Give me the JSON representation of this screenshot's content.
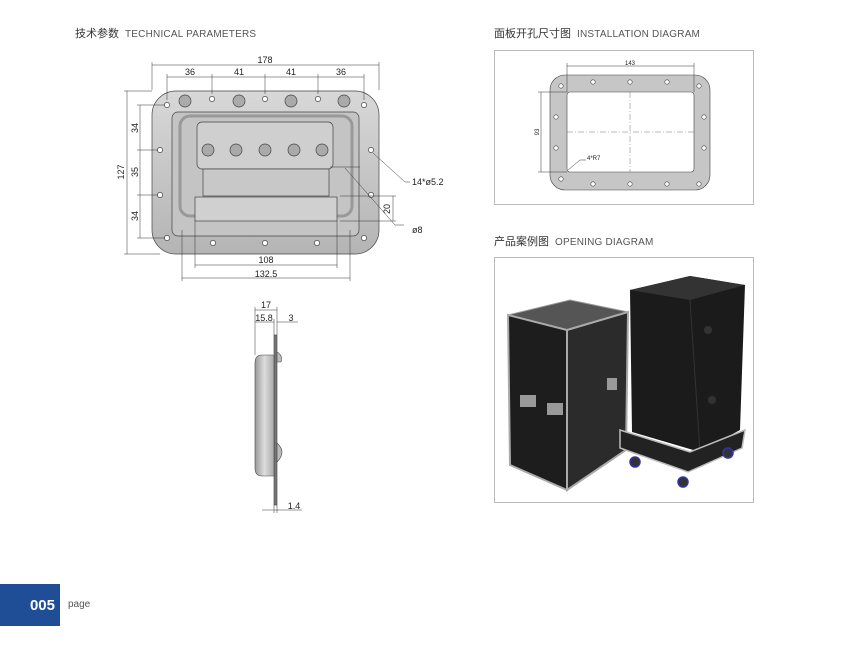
{
  "sections": {
    "technical": {
      "cn": "技术参数",
      "en": "TECHNICAL PARAMETERS"
    },
    "installation": {
      "cn": "面板开孔尺寸图",
      "en": "INSTALLATION DIAGRAM"
    },
    "opening": {
      "cn": "产品案例图",
      "en": "OPENING DIAGRAM"
    }
  },
  "front_dims": {
    "width": "178",
    "seg1": "36",
    "seg2": "41",
    "seg3": "41",
    "seg4": "36",
    "height": "127",
    "v1": "34",
    "v2": "35",
    "v3": "34",
    "holes": "14*ø5.2",
    "rod": "ø8",
    "grip": "20",
    "inner": "108",
    "outer": "132.5"
  },
  "side_dims": {
    "depth": "17",
    "inner_depth": "15.8",
    "flange": "3",
    "thickness": "1.4"
  },
  "install_dims": {
    "width": "143",
    "height": "93",
    "radius": "4*R7"
  },
  "footer": {
    "page_number": "005",
    "page_label": "page"
  },
  "colors": {
    "accent": "#1f4e96",
    "metal": "#c8c8c8"
  }
}
